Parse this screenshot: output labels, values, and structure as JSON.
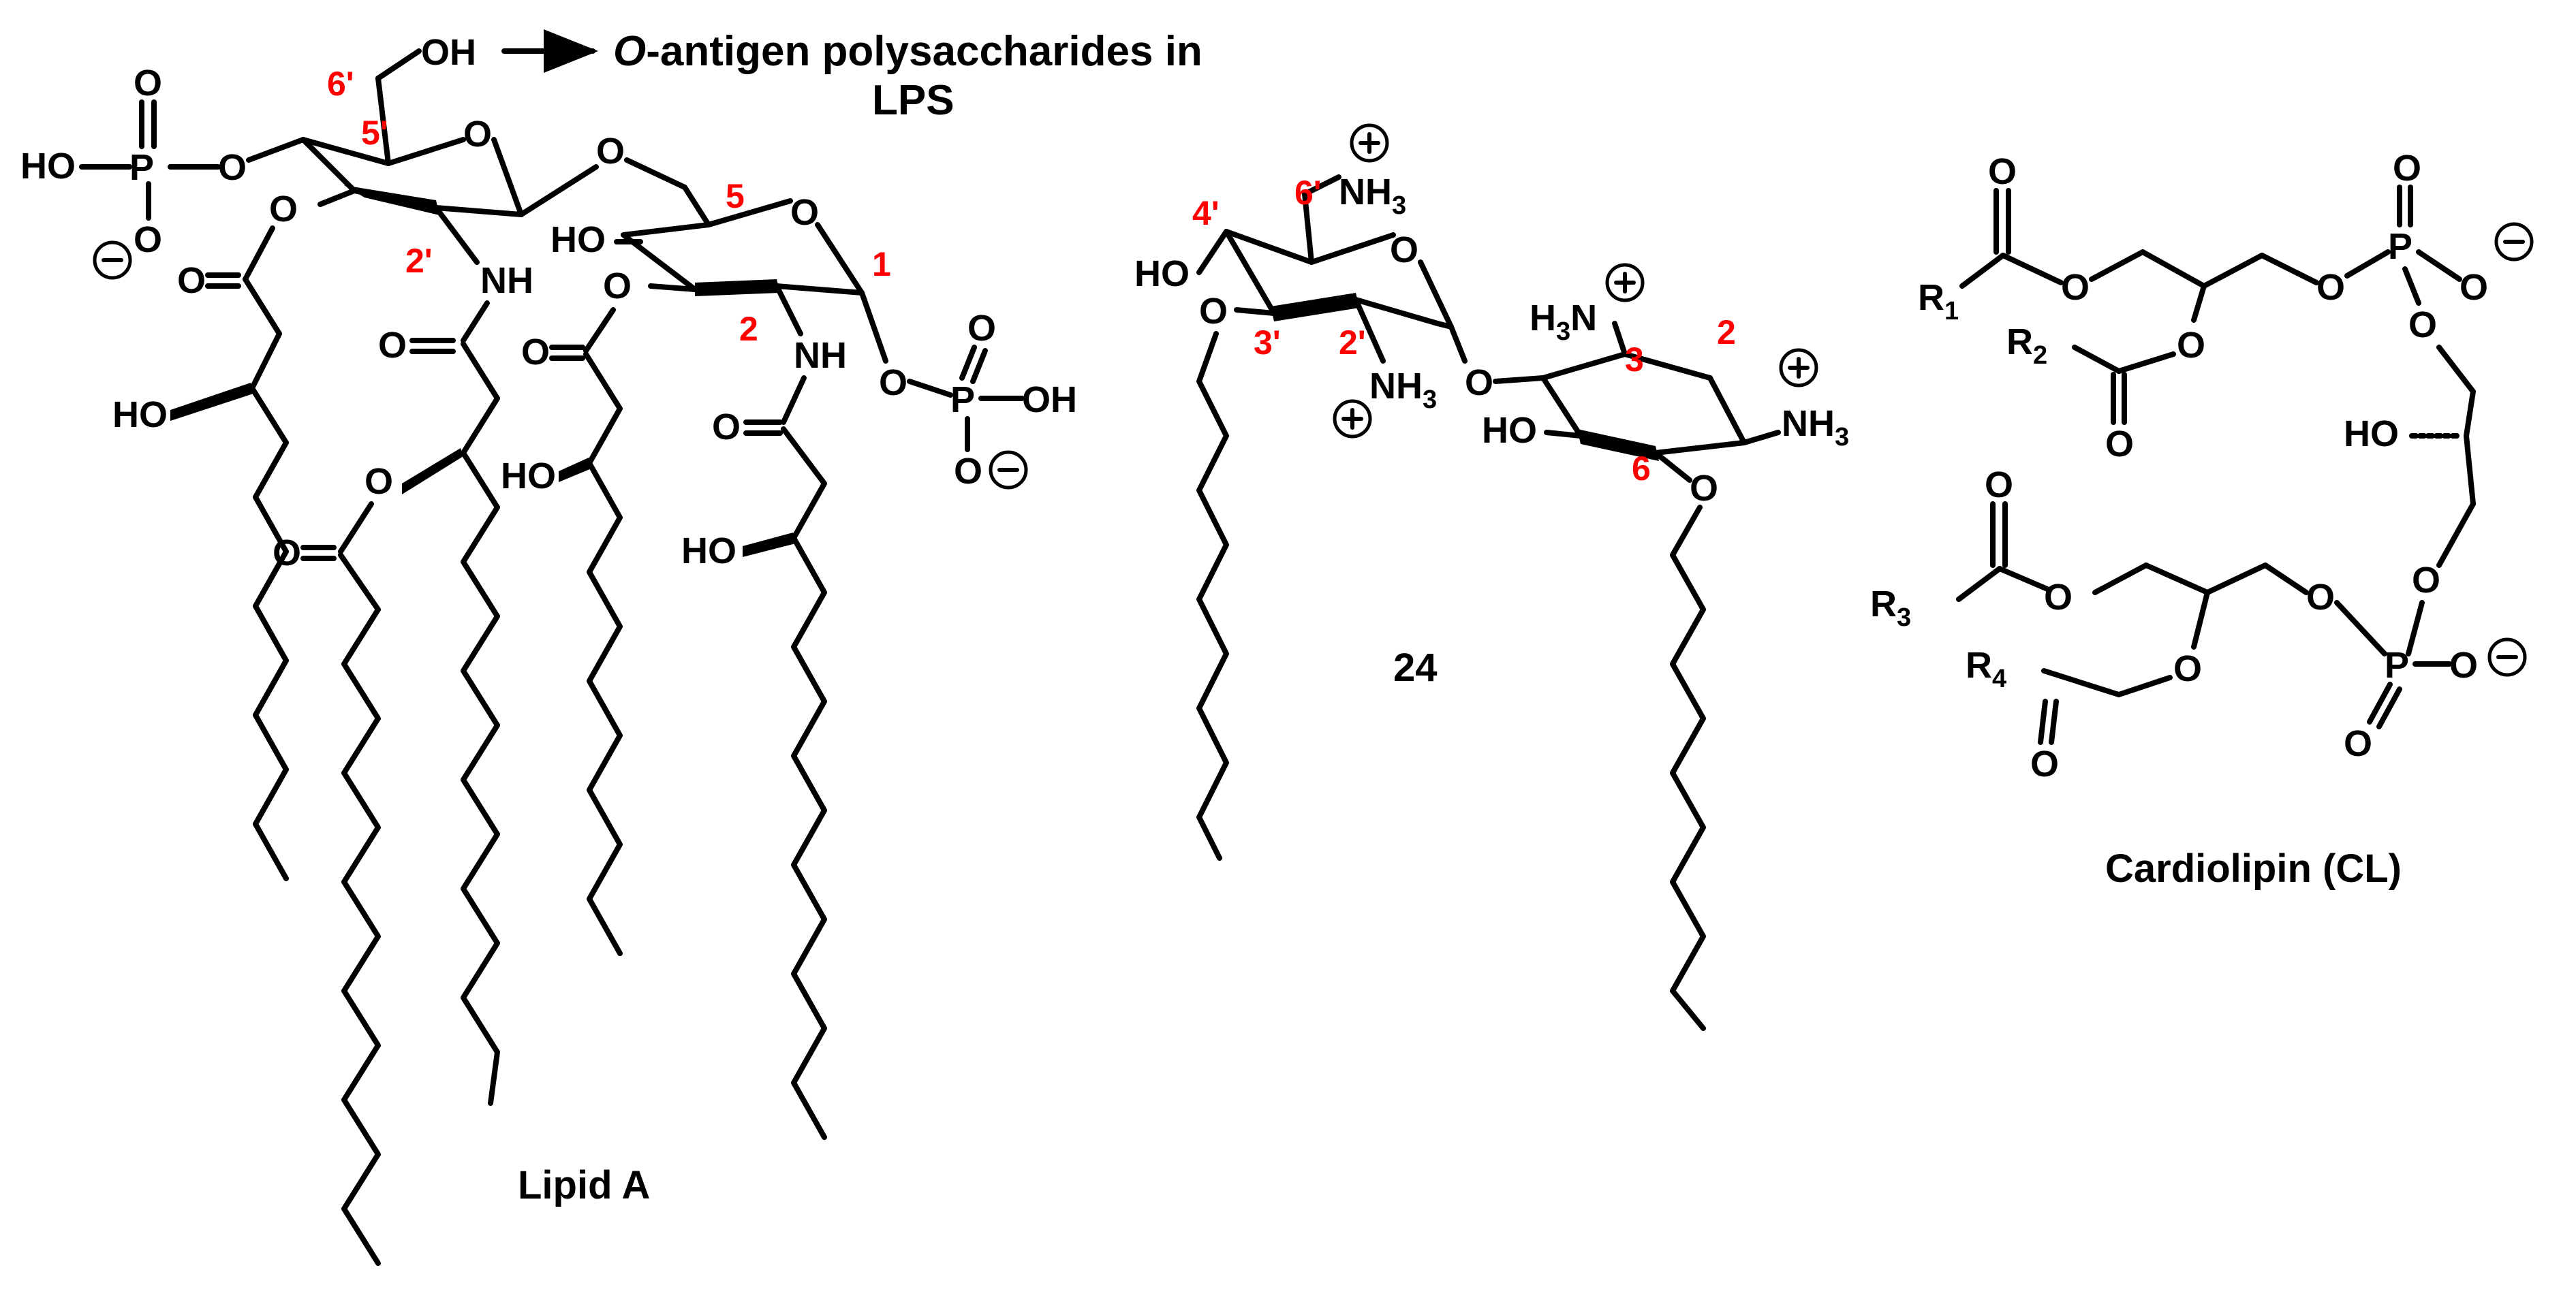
{
  "compounds": {
    "lipid_a": {
      "caption": "Lipid A",
      "note_prefix": "O",
      "note_rest": "-antigen polysaccharides in",
      "note_line2": "LPS",
      "positions": [
        "6'",
        "5'",
        "2'",
        "5",
        "1",
        "2"
      ]
    },
    "compound_24": {
      "caption": "24",
      "positions": [
        "6'",
        "4'",
        "3'",
        "2'",
        "3",
        "2",
        "6"
      ]
    },
    "cardiolipin": {
      "caption": "Cardiolipin (CL)",
      "r_groups": [
        "R",
        "1",
        "R",
        "2",
        "R",
        "3",
        "R",
        "4"
      ]
    }
  },
  "atom_labels": {
    "oh": "OH",
    "ho": "HO",
    "o": "O",
    "p": "P",
    "nh": "NH",
    "nh3": "NH",
    "h3n": "H",
    "n": "N",
    "sub3": "3",
    "minus": "−",
    "plus": "+"
  },
  "colors": {
    "position_number": "#ff0000",
    "structure": "#000000"
  }
}
